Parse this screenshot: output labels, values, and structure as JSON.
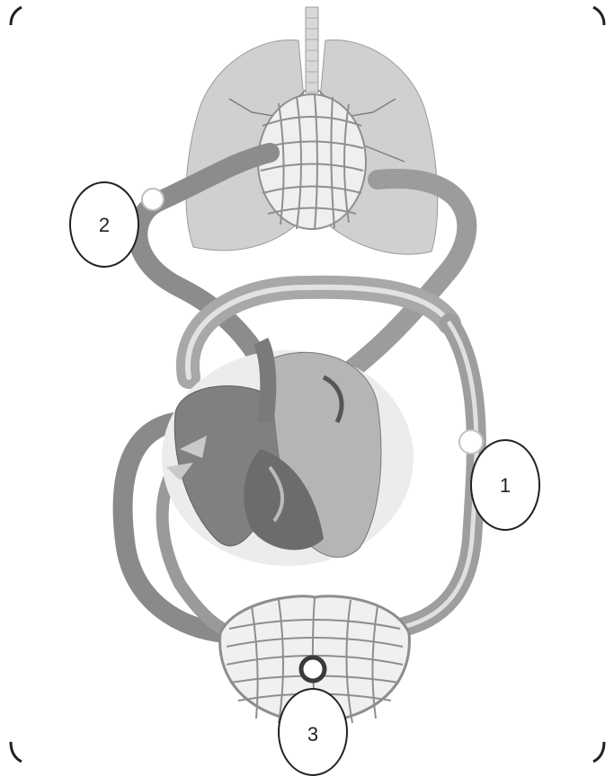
{
  "diagram": {
    "callouts": [
      {
        "id": "1",
        "label": "1"
      },
      {
        "id": "2",
        "label": "2"
      },
      {
        "id": "3",
        "label": "3"
      }
    ]
  },
  "colors": {
    "vessel_dark": "#8a8a8a",
    "vessel_mid": "#a9a9a9",
    "vessel_light": "#d4d4d4",
    "lung_fill": "#cfcfcf",
    "heart_dark": "#6f6f6f",
    "heart_light": "#bdbdbd",
    "frame": "#222222",
    "marker": "#ffffff"
  }
}
